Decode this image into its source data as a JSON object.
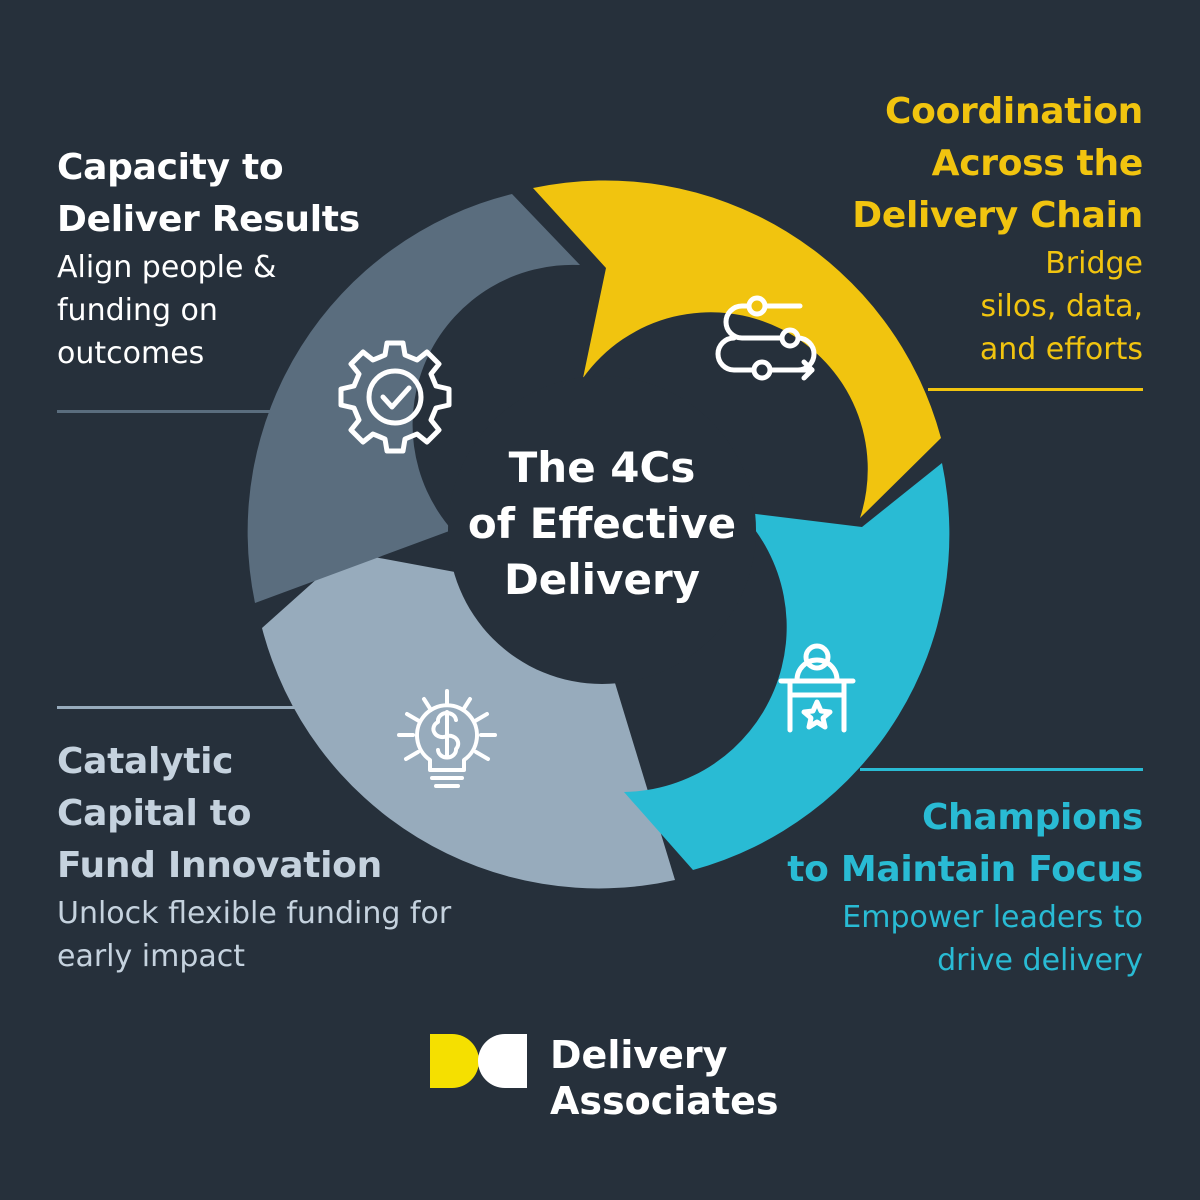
{
  "center": {
    "line1": "The 4Cs",
    "line2": "of Effective",
    "line3": "Delivery"
  },
  "capacity": {
    "title_line1": "Capacity to",
    "title_line2": "Deliver Results",
    "desc_line1": "Align people &",
    "desc_line2": "funding on",
    "desc_line3": "outcomes",
    "icon": "gear-check-icon"
  },
  "coordination": {
    "title_line1": "Coordination",
    "title_line2": "Across the",
    "title_line3": "Delivery Chain",
    "desc_line1": "Bridge",
    "desc_line2": "silos, data,",
    "desc_line3": "and efforts",
    "icon": "workflow-path-icon"
  },
  "champions": {
    "title_line1": "Champions",
    "title_line2": "to Maintain Focus",
    "desc_line1": "Empower leaders to",
    "desc_line2": "drive delivery",
    "icon": "podium-speaker-icon"
  },
  "catalytic": {
    "title_line1": "Catalytic",
    "title_line2": "Capital to",
    "title_line3": "Fund Innovation",
    "desc_line1": "Unlock flexible funding for",
    "desc_line2": "early impact",
    "icon": "lightbulb-dollar-icon"
  },
  "brand": {
    "name_line1": "Delivery",
    "name_line2": "Associates",
    "logo": "delivery-associates-logo-icon"
  },
  "colors": {
    "background": "#26303b",
    "capacity": "#5a6d7e",
    "coordination": "#f1c40f",
    "champions": "#29bbd4",
    "catalytic": "#97abbc",
    "logo_yellow": "#f5e000"
  }
}
